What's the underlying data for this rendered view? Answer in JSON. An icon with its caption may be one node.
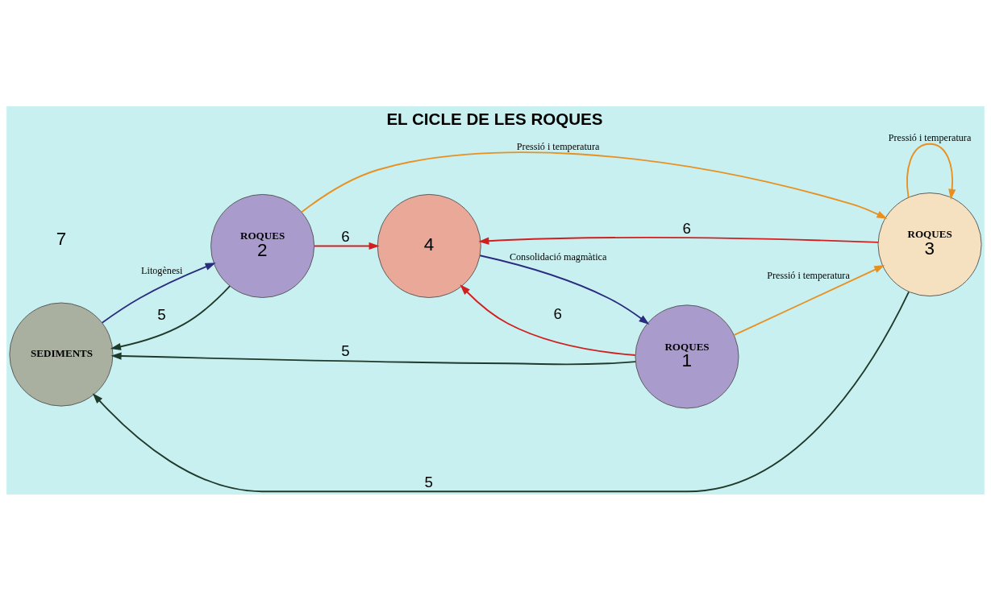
{
  "diagram": {
    "title": "EL CICLE DE LES ROQUES",
    "nodes": [
      {
        "text": [
          "SEDIMENTS"
        ]
      },
      {
        "text": [
          "ROQUES",
          "2"
        ]
      },
      {
        "text": [
          "ROQUES",
          "3"
        ]
      },
      {
        "text": [
          "4"
        ]
      },
      {
        "text": [
          "ROQUES",
          "1"
        ]
      }
    ],
    "edges": [
      {
        "from": 0,
        "to": 1,
        "arrow": "to",
        "label": "Litogènesi",
        "color": "#2b2b80"
      },
      {
        "from": 1,
        "to": 0,
        "arrow": "to",
        "label": "5",
        "color": "#1f3a2a"
      },
      {
        "from": 1,
        "to": 3,
        "arrow": "to",
        "label": "6",
        "color": "#d02020"
      },
      {
        "from": 1,
        "to": 2,
        "arrow": "to",
        "label": "Pressió i temperatura",
        "color": "#e89020"
      },
      {
        "from": 2,
        "to": 2,
        "arrow": "to",
        "label": "Pressió i temperatura",
        "color": "#e89020"
      },
      {
        "from": 2,
        "to": 0,
        "arrow": "to",
        "label": "5",
        "color": "#1f3a2a"
      },
      {
        "from": 4,
        "to": 0,
        "arrow": "to",
        "label": "5",
        "color": "#1f3a2a"
      },
      {
        "from": 4,
        "to": 2,
        "arrow": "to",
        "label": "Pressió i temperatura",
        "color": "#e89020"
      },
      {
        "from": 4,
        "to": 3,
        "arrow": "to",
        "label": "6",
        "color": "#d02020"
      },
      {
        "from": 3,
        "to": 4,
        "arrow": "to",
        "label": "Consolidació magmàtica",
        "color": "#2b2b80"
      },
      {
        "from": 2,
        "to": 3,
        "arrow": "to",
        "label": "6",
        "color": "#d02020"
      }
    ],
    "labels": [
      "7"
    ]
  }
}
